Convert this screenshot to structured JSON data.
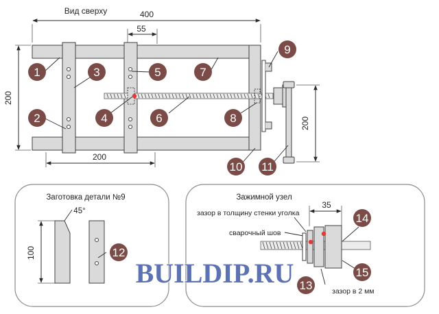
{
  "top_view": {
    "title": "Вид сверху",
    "dims": {
      "overall_width": "400",
      "slider_offset": "55",
      "frame_height": "200",
      "bottom_width": "200",
      "handle_length": "200"
    }
  },
  "callouts": [
    "1",
    "2",
    "3",
    "4",
    "5",
    "6",
    "7",
    "8",
    "9",
    "10",
    "11",
    "12",
    "13",
    "14",
    "15"
  ],
  "blank_panel": {
    "title": "Заготовка детали №9",
    "angle": "45°",
    "length": "100"
  },
  "clamp_panel": {
    "title": "Зажимной узел",
    "gap_label": "зазор в толщину стенки уголка",
    "weld_label": "сварочный шов",
    "dim_35": "35",
    "gap_2mm": "зазор в 2 мм"
  },
  "watermark": "BUILDIP.RU",
  "colors": {
    "part_fill": "#dadada",
    "part_stroke": "#404040",
    "badge": "#7b4b47",
    "marker_red": "#e53935",
    "line": "#2a2a2a",
    "watermark": "#2f4a9c"
  }
}
